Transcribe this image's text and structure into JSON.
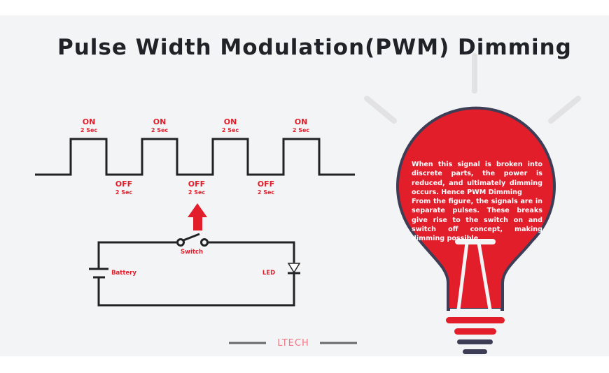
{
  "title": "Pulse Width Modulation(PWM) Dimming",
  "on_labels": [
    {
      "state": "ON",
      "duration": "2 Sec"
    },
    {
      "state": "ON",
      "duration": "2 Sec"
    },
    {
      "state": "ON",
      "duration": "2 Sec"
    },
    {
      "state": "ON",
      "duration": "2 Sec"
    }
  ],
  "off_labels": [
    {
      "state": "OFF",
      "duration": "2 Sec"
    },
    {
      "state": "OFF",
      "duration": "2 Sec"
    },
    {
      "state": "OFF",
      "duration": "2 Sec"
    }
  ],
  "circuit": {
    "switch": "Switch",
    "battery": "Battery",
    "led": "LED"
  },
  "bulb_text": {
    "p1": "When this signal is broken into discrete parts, the power is reduced, and ultimately dimming occurs. Hence PWM Dimming",
    "p2": "From the figure, the signals are in separate pulses. These breaks give rise to the switch on and switch off concept, making dimming possible."
  },
  "logo": "LTECH",
  "colors": {
    "accent": "#e31e2b",
    "outline": "#3d3d55",
    "background": "#f3f4f6"
  }
}
